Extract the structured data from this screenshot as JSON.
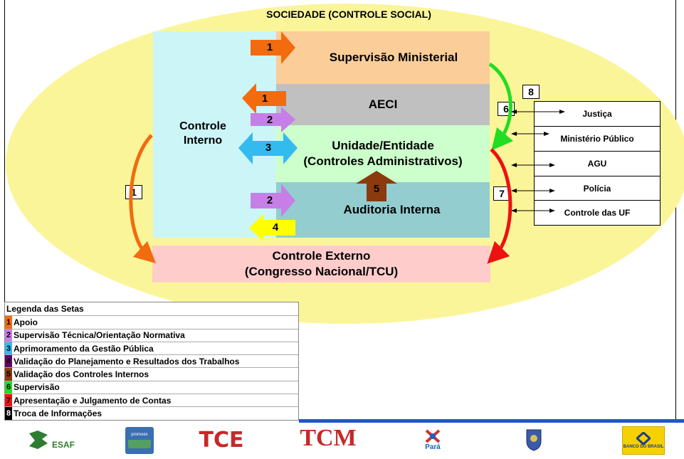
{
  "title": "SOCIEDADE (CONTROLE SOCIAL)",
  "boxes": {
    "controle_interno": "Controle Interno",
    "supervisao_ministerial": "Supervisão Ministerial",
    "aeci": "AECI",
    "unidade_line1": "Unidade/Entidade",
    "unidade_line2": "(Controles Administrativos)",
    "auditoria": "Auditoria Interna",
    "externo_line1": "Controle Externo",
    "externo_line2": "(Congresso Nacional/TCU)"
  },
  "right_boxes": [
    "Justiça",
    "Ministério Público",
    "AGU",
    "Polícia",
    "Controle das UF"
  ],
  "number_boxes": {
    "n1": "1",
    "n6": "6",
    "n7": "7",
    "n8": "8"
  },
  "arrow_labels": {
    "a1_sup": "1",
    "a1_aeci": "1",
    "a2_unidade": "2",
    "a3": "3",
    "a2_auditoria": "2",
    "a4": "4",
    "a5": "5"
  },
  "legend": {
    "title": "Legenda das Setas",
    "items": [
      {
        "num": "1",
        "label": "Apoio",
        "color": "#f26b0f"
      },
      {
        "num": "2",
        "label": "Supervisão Técnica/Orientação Normativa",
        "color": "#c77fe8"
      },
      {
        "num": "3",
        "label": "Aprimoramento da Gestão Pública",
        "color": "#33bbee"
      },
      {
        "num": "4",
        "label": "Validação do Planejamento e Resultados dos Trabalhos",
        "color": "#660066"
      },
      {
        "num": "5",
        "label": "Validação dos Controles Internos",
        "color": "#8b3a0e"
      },
      {
        "num": "6",
        "label": "Supervisão",
        "color": "#22dd22"
      },
      {
        "num": "7",
        "label": "Apresentação e Julgamento de Contas",
        "color": "#ee1111"
      },
      {
        "num": "8",
        "label": "Troca de Informações",
        "color": "#000000"
      }
    ]
  },
  "logos": {
    "esaf": "ESAF",
    "promoex": "promoex",
    "tce": "TCE",
    "tcm": "TCM",
    "para": "Pará",
    "bb": "BANCO DO BRASIL"
  },
  "colors": {
    "ellipse": "#fbf59a",
    "orange": "#f26b0f",
    "purple": "#c77fe8",
    "blue": "#33bbee",
    "yellow_arrow": "#ffff00",
    "brown": "#8b3a0e",
    "green": "#22dd22",
    "red": "#ee1111"
  },
  "icons": [
    "esaf-logo",
    "promoex-logo",
    "tce-logo",
    "tcm-logo",
    "para-logo",
    "shield-logo",
    "banco-do-brasil-logo"
  ]
}
